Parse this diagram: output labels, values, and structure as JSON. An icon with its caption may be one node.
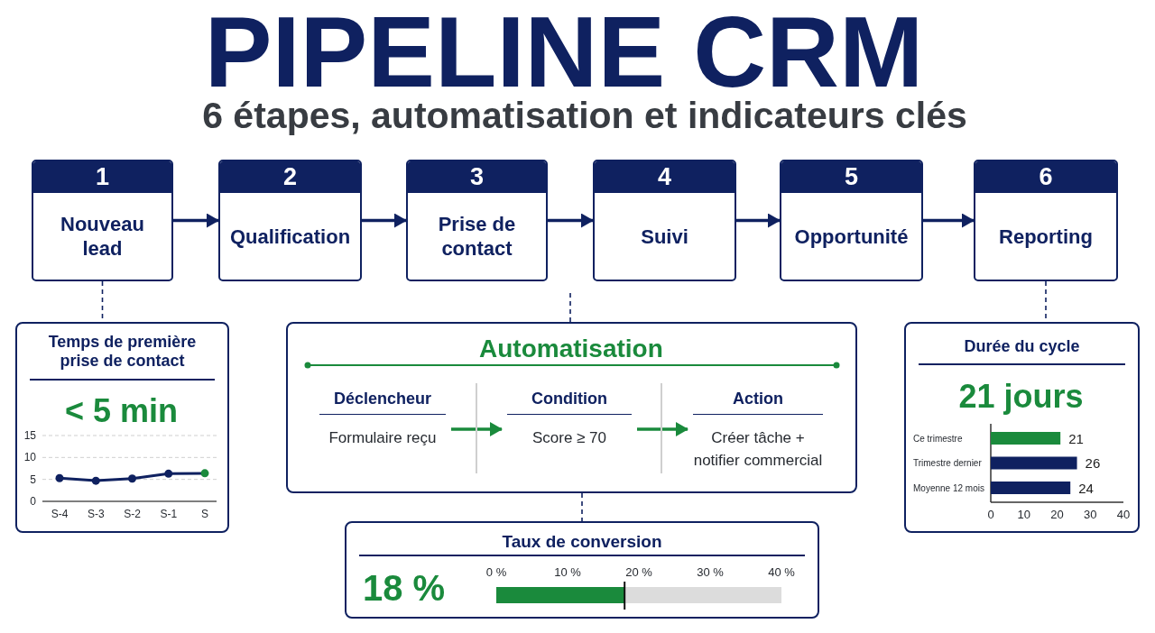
{
  "diagram": {
    "title": "PIPELINE CRM",
    "caption": "6 étapes, automatisation et indicateurs clés",
    "nodes": [
      {
        "text": [
          "1",
          "Nouveau lead"
        ]
      },
      {
        "text": [
          "2",
          "Qualification"
        ]
      },
      {
        "text": [
          "3",
          "Prise de contact"
        ]
      },
      {
        "text": [
          "4",
          "Suivi"
        ]
      },
      {
        "text": [
          "5",
          "Opportunité"
        ]
      },
      {
        "text": [
          "6",
          "Reporting"
        ]
      },
      {
        "text": [
          "Temps de première prise de contact",
          "< 5 min"
        ]
      },
      {
        "text": [
          "Automatisation"
        ]
      },
      {
        "text": [
          "Déclencheur",
          "Formulaire reçu"
        ],
        "in": 7
      },
      {
        "text": [
          "Condition",
          "Score ≥ 70"
        ],
        "in": 7
      },
      {
        "text": [
          "Action",
          "Créer tâche + notifier commercial"
        ],
        "in": 7
      },
      {
        "text": [
          "Taux de conversion",
          "18 %"
        ]
      },
      {
        "text": [
          "Durée du cycle",
          "21 jours"
        ]
      }
    ],
    "edges": [
      {
        "from": 0,
        "to": 1,
        "arrow": "to"
      },
      {
        "from": 1,
        "to": 2,
        "arrow": "to"
      },
      {
        "from": 2,
        "to": 3,
        "arrow": "to"
      },
      {
        "from": 3,
        "to": 4,
        "arrow": "to"
      },
      {
        "from": 4,
        "to": 5,
        "arrow": "to"
      },
      {
        "from": 0,
        "to": 6,
        "arrow": "none",
        "style": "dashed"
      },
      {
        "from": null,
        "to": 7,
        "arrow": "none",
        "style": "dashed"
      },
      {
        "from": 5,
        "to": 12,
        "arrow": "none",
        "style": "dashed"
      },
      {
        "from": 8,
        "to": 9,
        "arrow": "to",
        "color": "#1a8a3c"
      },
      {
        "from": 9,
        "to": 10,
        "arrow": "to",
        "color": "#1a8a3c"
      },
      {
        "from": 7,
        "to": 11,
        "arrow": "none",
        "style": "dashed"
      }
    ],
    "chart_data": [
      {
        "type": "line",
        "categories": [
          "S-4",
          "S-3",
          "S-2",
          "S-1",
          "S"
        ],
        "series": [
          {
            "color": "#0f2160",
            "values": [
              5.3,
              4.7,
              5.2,
              6.3,
              6.4
            ],
            "marker": true
          }
        ],
        "ylim": [
          0,
          15
        ],
        "yticks": [
          0,
          5,
          10,
          15
        ]
      },
      {
        "type": "bar",
        "orientation": "horizontal",
        "categories": [
          "Ce trimestre",
          "Trimestre dernier",
          "Moyenne 12 mois"
        ],
        "series": [
          {
            "color": "#1a8a3c",
            "values": [
              21,
              null,
              null
            ]
          },
          {
            "color": "#0f2160",
            "values": [
              null,
              26,
              24
            ]
          }
        ],
        "stacked": true,
        "xlim": [
          0,
          40
        ],
        "xticks": [
          0,
          10,
          20,
          30,
          40
        ],
        "data_labels": true
      },
      {
        "type": "bar",
        "orientation": "horizontal",
        "series": [
          {
            "color": "#1a8a3c",
            "values": [
              18
            ]
          }
        ],
        "xlim": [
          0,
          40
        ],
        "xticks": [
          {
            "value": 0,
            "label": "0 %"
          },
          {
            "value": 10,
            "label": "10 %"
          },
          {
            "value": 20,
            "label": "20 %"
          },
          {
            "value": 30,
            "label": "30 %"
          },
          {
            "value": 40,
            "label": "40 %"
          }
        ]
      }
    ]
  }
}
